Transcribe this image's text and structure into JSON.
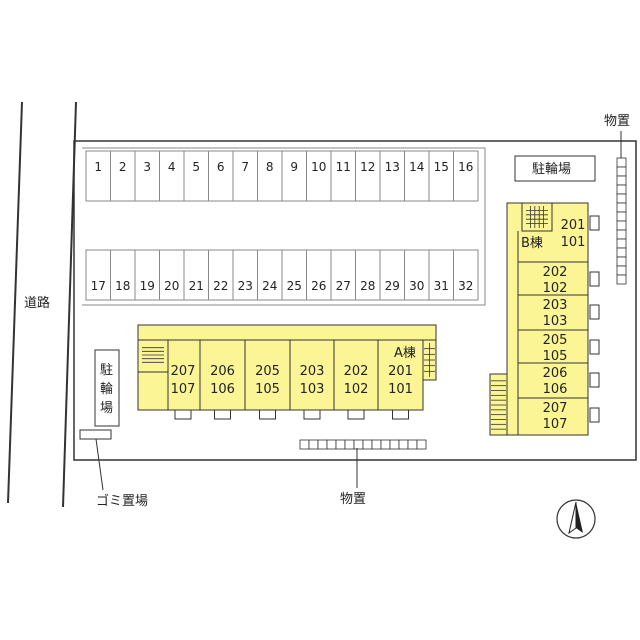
{
  "labels": {
    "road": "道路",
    "bike_parking_top": "駐輪場",
    "bike_parking_left": "駐輪場",
    "garbage": "ゴミ置場",
    "storage_bottom": "物置",
    "storage_top_right": "物置",
    "building_a": "A棟",
    "building_b": "B棟"
  },
  "parking": {
    "row_top": [
      "1",
      "2",
      "3",
      "4",
      "5",
      "6",
      "7",
      "8",
      "9",
      "10",
      "11",
      "12",
      "13",
      "14",
      "15",
      "16"
    ],
    "row_bottom": [
      "17",
      "18",
      "19",
      "20",
      "21",
      "22",
      "23",
      "24",
      "25",
      "26",
      "27",
      "28",
      "29",
      "30",
      "31",
      "32"
    ]
  },
  "building_a_units": [
    {
      "upper": "207",
      "lower": "107"
    },
    {
      "upper": "206",
      "lower": "106"
    },
    {
      "upper": "205",
      "lower": "105"
    },
    {
      "upper": "203",
      "lower": "103"
    },
    {
      "upper": "202",
      "lower": "102"
    },
    {
      "upper": "201",
      "lower": "101"
    }
  ],
  "building_b_units": [
    {
      "upper": "201",
      "lower": "101"
    },
    {
      "upper": "202",
      "lower": "102"
    },
    {
      "upper": "203",
      "lower": "103"
    },
    {
      "upper": "205",
      "lower": "105"
    },
    {
      "upper": "206",
      "lower": "106"
    },
    {
      "upper": "207",
      "lower": "107"
    }
  ],
  "colors": {
    "building_fill": "#fcf596",
    "line": "#333333"
  },
  "icons": {
    "compass": "north-arrow-icon"
  }
}
